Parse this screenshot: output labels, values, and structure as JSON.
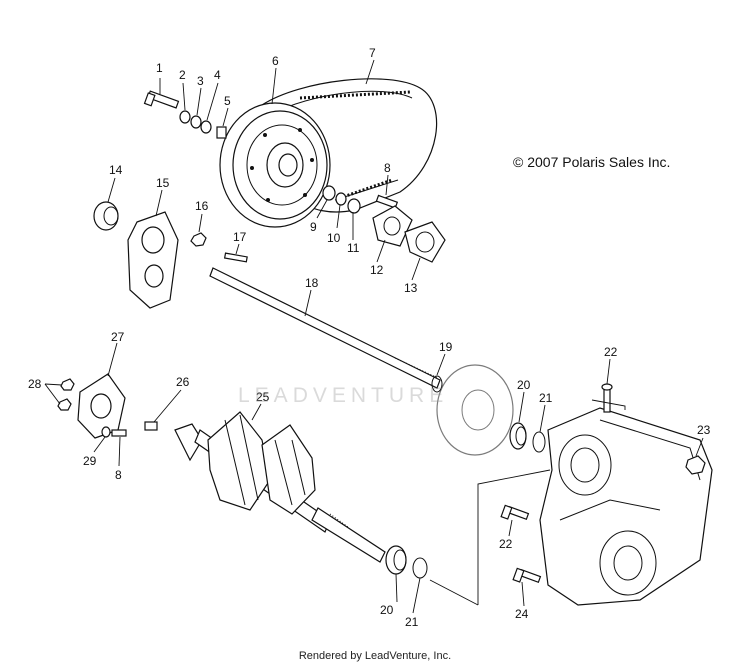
{
  "copyright": "© 2007 Polaris Sales Inc.",
  "footer": "Rendered by LeadVenture, Inc.",
  "watermark": "LEADVENTURE",
  "callouts": [
    "1",
    "2",
    "3",
    "4",
    "5",
    "6",
    "7",
    "8",
    "9",
    "10",
    "11",
    "12",
    "13",
    "14",
    "15",
    "16",
    "17",
    "18",
    "19",
    "20",
    "21",
    "22",
    "23",
    "25",
    "26",
    "27",
    "28",
    "29",
    "8",
    "20",
    "21",
    "22",
    "24"
  ]
}
